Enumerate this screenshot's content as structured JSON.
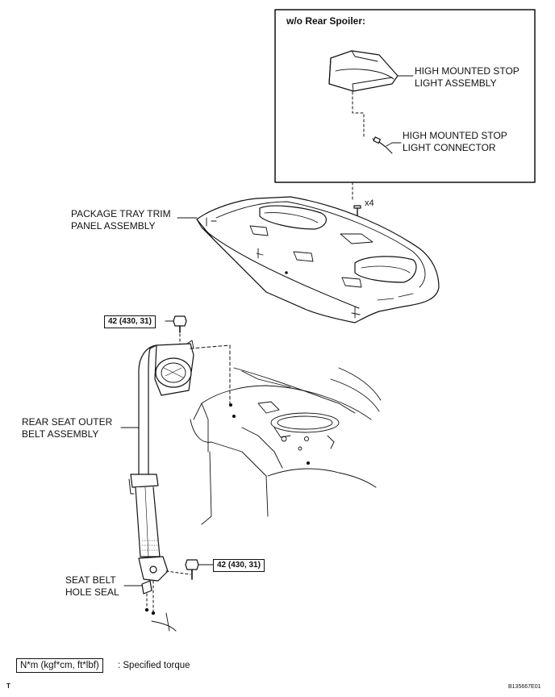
{
  "inset": {
    "title": "w/o Rear Spoiler:",
    "stop_light_assembly": [
      "HIGH MOUNTED STOP",
      "LIGHT ASSEMBLY"
    ],
    "stop_light_connector": [
      "HIGH MOUNTED STOP",
      "LIGHT CONNECTOR"
    ]
  },
  "fastener_qty": "x4",
  "package_tray": [
    "PACKAGE TRAY TRIM",
    "PANEL ASSEMBLY"
  ],
  "rear_seat_belt": [
    "REAR SEAT OUTER",
    "BELT ASSEMBLY"
  ],
  "seat_belt_hole_seal": [
    "SEAT BELT",
    "HOLE SEAL"
  ],
  "torque_upper": "42 (430, 31)",
  "torque_lower": "42 (430, 31)",
  "legend": {
    "unit_box": "N*m (kgf*cm, ft*lbf)",
    "description": ": Specified torque"
  },
  "footer": {
    "mark": "T",
    "figure_id": "B135667E01"
  },
  "colors": {
    "ink": "#111111",
    "paper": "#ffffff",
    "shade": "#cfcfcf"
  }
}
